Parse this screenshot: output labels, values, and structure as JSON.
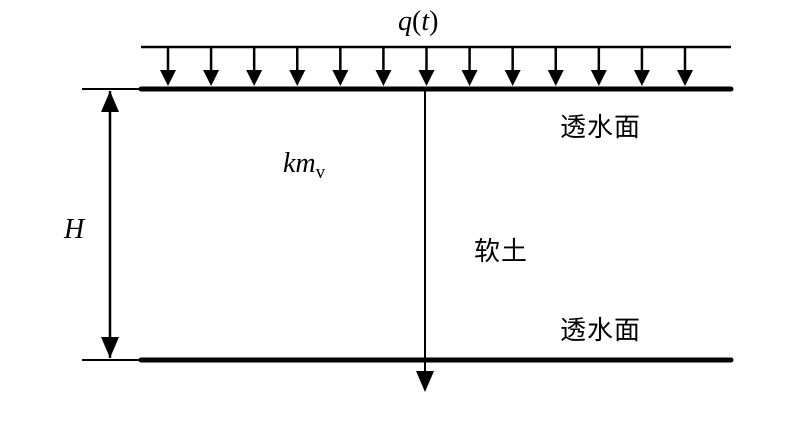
{
  "diagram": {
    "load_label": {
      "symbol": "q",
      "open": "(",
      "var": "t",
      "close": ")"
    },
    "thickness_label": "H",
    "coefficient_label": {
      "main": "km",
      "subscript": "v"
    },
    "top_boundary_label": "透水面",
    "bottom_boundary_label": "透水面",
    "soil_label": "软土",
    "load_arrow_count": 13,
    "colors": {
      "stroke": "#000000",
      "background": "#ffffff"
    }
  }
}
